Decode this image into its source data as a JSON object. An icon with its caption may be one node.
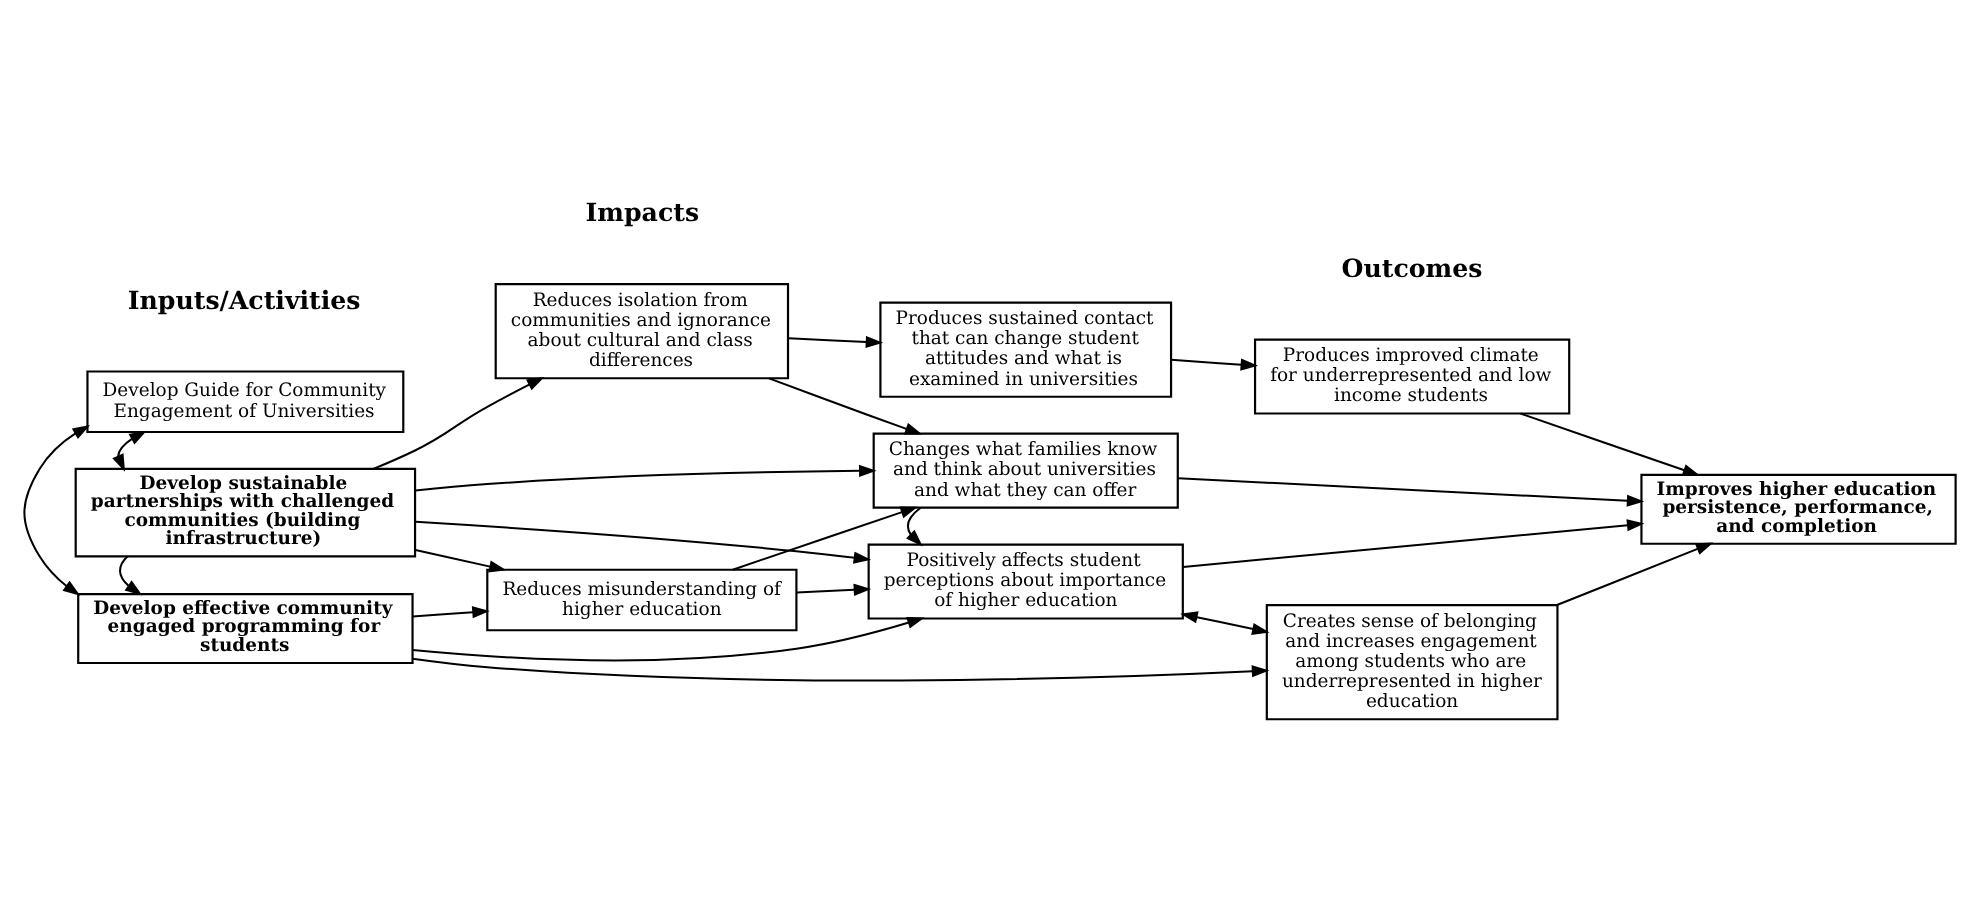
{
  "diagram": {
    "nodes": [
      {
        "text": [
          "Develop Guide for Community Engagement of Universities"
        ]
      },
      {
        "text": [
          "Develop sustainable partnerships with challenged communities (building infrastructure)"
        ]
      },
      {
        "text": [
          "Develop effective community engaged programming for students"
        ]
      },
      {
        "text": [
          "Reduces isolation from communities and ignorance about cultural and class differences"
        ]
      },
      {
        "text": [
          "Produces sustained contact that can change student attitudes and what is examined in universities"
        ]
      },
      {
        "text": [
          "Produces improved climate for underrepresented and low income students"
        ]
      },
      {
        "text": [
          "Changes what families know and think about universities and what they can offer"
        ]
      },
      {
        "text": [
          "Reduces misunderstanding of higher education"
        ]
      },
      {
        "text": [
          "Positively affects student perceptions about importance of higher education"
        ]
      },
      {
        "text": [
          "Improves higher education persistence, performance, and completion"
        ]
      },
      {
        "text": [
          "Creates sense of belonging and increases engagement among students who are underrepresented in higher education"
        ]
      }
    ],
    "edges": [
      {
        "from": 0,
        "to": 1,
        "arrow": "both"
      },
      {
        "from": 0,
        "to": 2,
        "arrow": "both"
      },
      {
        "from": 1,
        "to": 3,
        "arrow": "to"
      },
      {
        "from": 1,
        "to": 6,
        "arrow": "to"
      },
      {
        "from": 1,
        "to": 8,
        "arrow": "to"
      },
      {
        "from": 1,
        "to": 7,
        "arrow": "to"
      },
      {
        "from": 1,
        "to": 2,
        "arrow": "to"
      },
      {
        "from": 3,
        "to": 4,
        "arrow": "to"
      },
      {
        "from": 3,
        "to": 6,
        "arrow": "to"
      },
      {
        "from": 4,
        "to": 5,
        "arrow": "to"
      },
      {
        "from": 5,
        "to": 9,
        "arrow": "to"
      },
      {
        "from": 6,
        "to": 9,
        "arrow": "to"
      },
      {
        "from": 6,
        "to": 8,
        "arrow": "to"
      },
      {
        "from": 7,
        "to": 6,
        "arrow": "to"
      },
      {
        "from": 7,
        "to": 8,
        "arrow": "to"
      },
      {
        "from": 2,
        "to": 7,
        "arrow": "to"
      },
      {
        "from": 2,
        "to": 8,
        "arrow": "to"
      },
      {
        "from": 2,
        "to": 10,
        "arrow": "to"
      },
      {
        "from": 8,
        "to": 9,
        "arrow": "to"
      },
      {
        "from": 8,
        "to": 10,
        "arrow": "both"
      },
      {
        "from": 10,
        "to": 9,
        "arrow": "to"
      }
    ],
    "labels": [
      "Inputs/Activities",
      "Impacts",
      "Outcomes"
    ]
  }
}
